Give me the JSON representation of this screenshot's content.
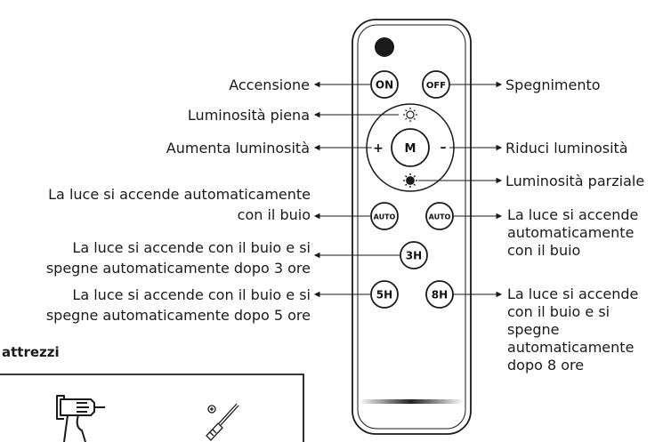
{
  "buttons": {
    "on": "ON",
    "off": "OFF",
    "mode": "M",
    "plus": "+",
    "minus": "–",
    "auto_left": "AUTO",
    "auto_right": "AUTO",
    "h3": "3H",
    "h5": "5H",
    "h8": "8H"
  },
  "labels": {
    "power_on": "Accensione",
    "power_off": "Spegnimento",
    "full_brightness": "Luminosità piena",
    "increase_brightness": "Aumenta luminosità",
    "decrease_brightness": "Riduci luminosità",
    "partial_brightness": "Luminosità parziale",
    "auto_left_line1": "La luce si accende automaticamente",
    "auto_left_line2": "con il buio",
    "auto_right_line1": "La luce si accende",
    "auto_right_line2": "automaticamente",
    "auto_right_line3": "con il buio",
    "timer3_line1": "La luce si accende con il buio e si",
    "timer3_line2": "spegne automaticamente dopo 3 ore",
    "timer5_line1": "La luce si accende con il buio e si",
    "timer5_line2": "spegne automaticamente dopo 5 ore",
    "timer8_line1": "La luce si accende",
    "timer8_line2": "con il buio e si",
    "timer8_line3": "spegne",
    "timer8_line4": "automaticamente",
    "timer8_line5": "dopo 8 ore"
  },
  "tools": {
    "title": "attrezzi",
    "items": [
      "drill-icon",
      "screwdriver-icon"
    ]
  },
  "colors": {
    "stroke": "#1a1a1a",
    "background": "#ffffff"
  }
}
